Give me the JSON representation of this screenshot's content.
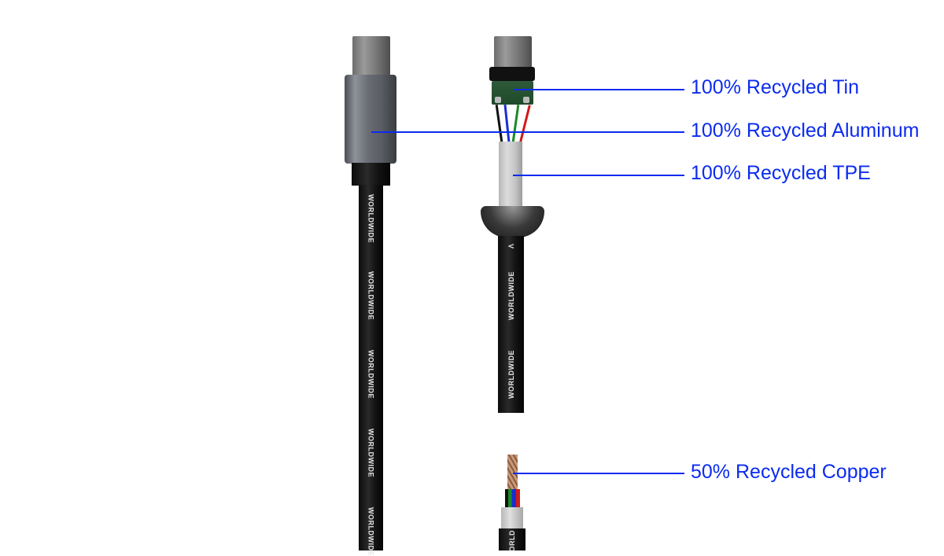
{
  "cable_print": "WORLDWIDE",
  "cable_print_partial": "V",
  "cable_print_cut": "ORLD",
  "accent_color": "#0b2bf0",
  "labels": {
    "tin": "100% Recycled Tin",
    "aluminum": "100% Recycled Aluminum",
    "tpe": "100% Recycled TPE",
    "copper": "50% Recycled Copper"
  }
}
